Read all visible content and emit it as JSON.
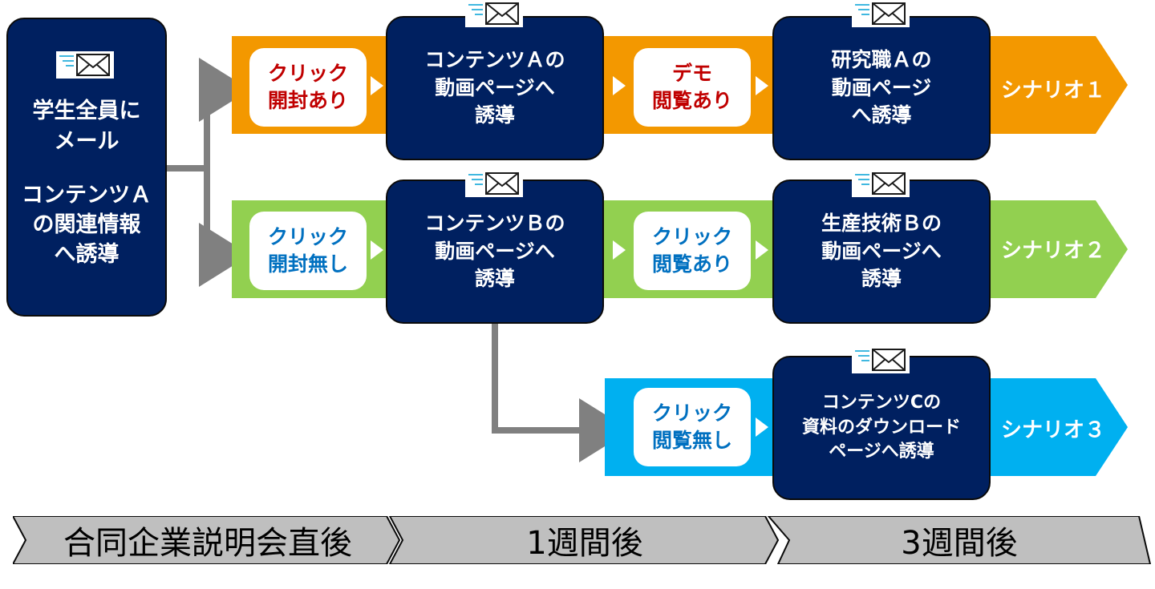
{
  "start": {
    "lines": [
      "学生全員に",
      "メール",
      "",
      "コンテンツＡ",
      "の関連情報",
      "へ誘導"
    ]
  },
  "rows": [
    {
      "color": "#f39800",
      "condition1": {
        "lines": [
          "クリック",
          "開封あり"
        ],
        "text_color": "#c00000"
      },
      "step1": {
        "lines": [
          "コンテンツＡの",
          "動画ページへ",
          "誘導"
        ]
      },
      "condition2": {
        "lines": [
          "デモ",
          "閲覧あり"
        ],
        "text_color": "#c00000"
      },
      "step2": {
        "lines": [
          "研究職Ａの",
          "動画ページ",
          "へ誘導"
        ]
      },
      "scenario": "シナリオ１"
    },
    {
      "color": "#92d050",
      "condition1": {
        "lines": [
          "クリック",
          "開封無し"
        ],
        "text_color": "#0070c0"
      },
      "step1": {
        "lines": [
          "コンテンツＢの",
          "動画ページへ",
          "誘導"
        ]
      },
      "condition2": {
        "lines": [
          "クリック",
          "閲覧あり"
        ],
        "text_color": "#0070c0"
      },
      "step2": {
        "lines": [
          "生産技術Ｂの",
          "動画ページへ",
          "誘導"
        ]
      },
      "scenario": "シナリオ２"
    },
    {
      "color": "#00b0f0",
      "condition2": {
        "lines": [
          "クリック",
          "閲覧無し"
        ],
        "text_color": "#0070c0"
      },
      "step2": {
        "lines": [
          "コンテンツCの",
          "資料のダウンロード",
          "ページへ誘導"
        ]
      },
      "scenario": "シナリオ３"
    }
  ],
  "timeline": [
    "合同企業説明会直後",
    "1週間後",
    "3週間後"
  ],
  "icons": [
    "mail-icon"
  ],
  "colors": {
    "navy": "#002060",
    "connector": "#808080",
    "timeline": "#bfbfbf"
  }
}
